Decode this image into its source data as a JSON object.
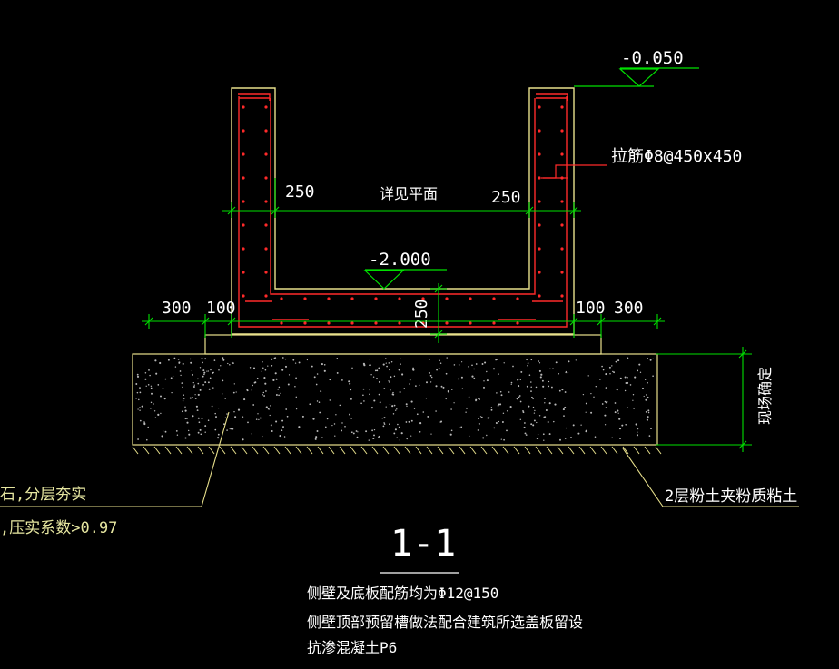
{
  "colors": {
    "background": "#000000",
    "outline": "#e8e08c",
    "rebar": "#ff2a2a",
    "dimension": "#00e000",
    "text": "#ffffff",
    "gravel": "#b9b9b9"
  },
  "levels": {
    "top": "-0.050",
    "bottom": "-2.000"
  },
  "dimensions": {
    "wall_left": "250",
    "wall_right": "250",
    "slab": "250",
    "offset_left_outer": "300",
    "offset_left_inner": "100",
    "offset_right_inner": "100",
    "offset_right_outer": "300"
  },
  "labels": {
    "tie_bar": "拉筋Φ8@450x450",
    "see_plan": "详见平面",
    "field_confirm": "现场确定",
    "soil": "2层粉土夹粉质粘土",
    "fill_line1": "石,分层夯实",
    "fill_line2": ",压实系数>0.97"
  },
  "section": {
    "title": "1-1"
  },
  "notes": [
    "侧壁及底板配筋均为Φ12@150",
    "侧壁顶部预留槽做法配合建筑所选盖板留设",
    "抗渗混凝土P6"
  ]
}
